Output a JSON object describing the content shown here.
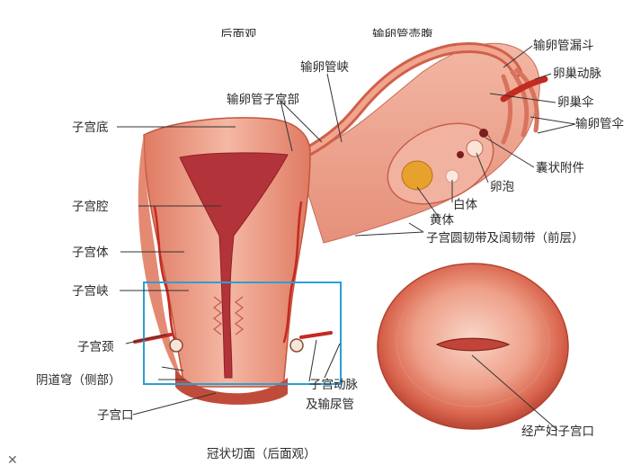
{
  "labels": {
    "top_left_cut": "后面观",
    "top_mid_cut": "输卵管壶腹",
    "fallopian_isthmus": "输卵管峡",
    "fallopian_interstitial": "输卵管子宫部",
    "fundus": "子宫底",
    "cavity": "子宫腔",
    "body": "子宫体",
    "isthmus": "子宫峡",
    "cervix": "子宫颈",
    "fornix": "阴道穹（侧部）",
    "os": "子宫口",
    "infundibulum": "输卵管漏斗",
    "ovarian_artery": "卵巢动脉",
    "ovarian_fimbria": "卵巢伞",
    "tube_fimbriae": "输卵管伞",
    "vesicular_appendix": "囊状附件",
    "follicle": "卵泡",
    "corpus_albicans": "白体",
    "corpus_luteum": "黄体",
    "round_ligament": "子宫圆韧带及阔韧带（前层）",
    "uterine_artery_1": "子宫动脉",
    "uterine_artery_2": "及输尿管",
    "caption": "冠状切面（后面观）",
    "parous_os": "经产妇子宫口"
  },
  "colors": {
    "tissue": "#e8937e",
    "tissue_dark": "#c2503f",
    "tissue_light": "#f6c4b2",
    "cavity": "#b3333a",
    "artery": "#c42a20",
    "highlight_box": "#2a9fd6",
    "leader": "#333333"
  },
  "close_icon": "close-icon"
}
